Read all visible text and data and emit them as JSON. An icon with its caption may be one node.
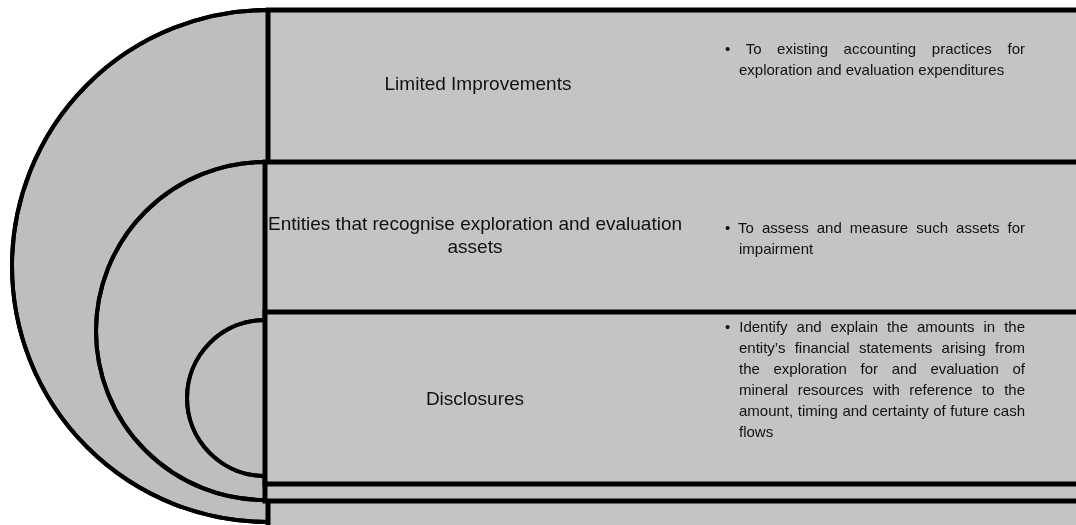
{
  "diagram": {
    "nodes": [
      {
        "text": [
          "Limited Improvements",
          "• To existing accounting practices for exploration and evaluation expenditures"
        ]
      },
      {
        "text": [
          "Entities that recognise exploration and evaluation assets",
          "• To assess and measure such assets for impairment"
        ],
        "in": 0
      },
      {
        "text": [
          "Disclosures",
          "• Identify and explain the amounts in the entity’s financial statements arising from the exploration for and evaluation of mineral resources with reference to the amount, timing and certainty of future cash flows"
        ],
        "in": 1
      }
    ]
  }
}
